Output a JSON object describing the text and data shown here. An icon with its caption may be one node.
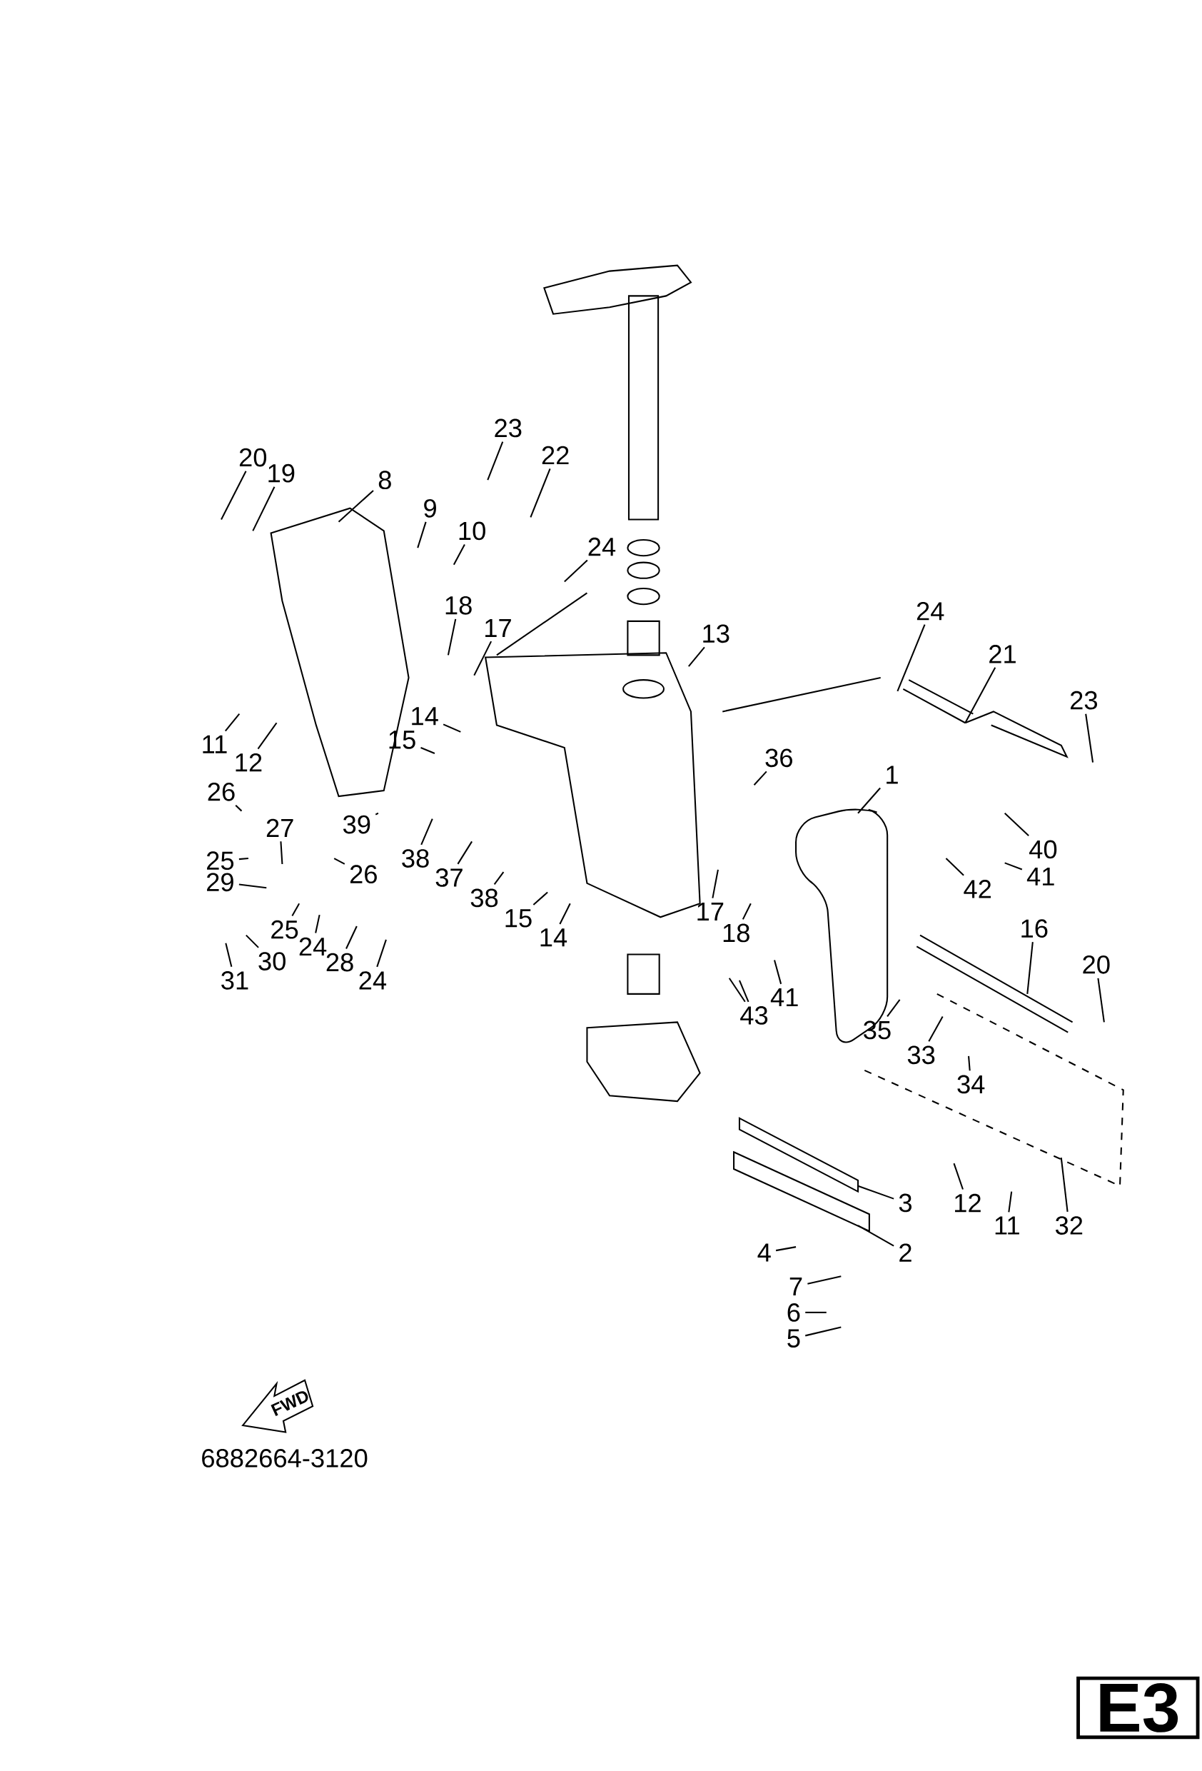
{
  "diagram": {
    "nodes": [
      {
        "text": [
          "23"
        ]
      },
      {
        "text": [
          "22"
        ]
      },
      {
        "text": [
          "20"
        ]
      },
      {
        "text": [
          "19"
        ]
      },
      {
        "text": [
          "8"
        ]
      },
      {
        "text": [
          "9"
        ]
      },
      {
        "text": [
          "10"
        ]
      },
      {
        "text": [
          "24"
        ]
      },
      {
        "text": [
          "18"
        ]
      },
      {
        "text": [
          "17"
        ]
      },
      {
        "text": [
          "13"
        ]
      },
      {
        "text": [
          "24"
        ]
      },
      {
        "text": [
          "21"
        ]
      },
      {
        "text": [
          "23"
        ]
      },
      {
        "text": [
          "11"
        ]
      },
      {
        "text": [
          "12"
        ]
      },
      {
        "text": [
          "14"
        ]
      },
      {
        "text": [
          "15"
        ]
      },
      {
        "text": [
          "26"
        ]
      },
      {
        "text": [
          "39"
        ]
      },
      {
        "text": [
          "36"
        ]
      },
      {
        "text": [
          "1"
        ]
      },
      {
        "text": [
          "40"
        ]
      },
      {
        "text": [
          "41"
        ]
      },
      {
        "text": [
          "42"
        ]
      },
      {
        "text": [
          "27"
        ]
      },
      {
        "text": [
          "25"
        ]
      },
      {
        "text": [
          "29"
        ]
      },
      {
        "text": [
          "26"
        ]
      },
      {
        "text": [
          "38"
        ]
      },
      {
        "text": [
          "37"
        ]
      },
      {
        "text": [
          "38"
        ]
      },
      {
        "text": [
          "17"
        ]
      },
      {
        "text": [
          "18"
        ]
      },
      {
        "text": [
          "25"
        ]
      },
      {
        "text": [
          "24"
        ]
      },
      {
        "text": [
          "28"
        ]
      },
      {
        "text": [
          "24"
        ]
      },
      {
        "text": [
          "31"
        ]
      },
      {
        "text": [
          "30"
        ]
      },
      {
        "text": [
          "15"
        ]
      },
      {
        "text": [
          "14"
        ]
      },
      {
        "text": [
          "43"
        ]
      },
      {
        "text": [
          "41"
        ]
      },
      {
        "text": [
          "16"
        ]
      },
      {
        "text": [
          "20"
        ]
      },
      {
        "text": [
          "35"
        ]
      },
      {
        "text": [
          "33"
        ]
      },
      {
        "text": [
          "34"
        ]
      },
      {
        "text": [
          "3"
        ]
      },
      {
        "text": [
          "2"
        ]
      },
      {
        "text": [
          "12"
        ]
      },
      {
        "text": [
          "11"
        ]
      },
      {
        "text": [
          "32"
        ]
      },
      {
        "text": [
          "4"
        ]
      },
      {
        "text": [
          "7"
        ]
      },
      {
        "text": [
          "6"
        ]
      },
      {
        "text": [
          "5"
        ]
      },
      {
        "text": [
          "E3"
        ]
      }
    ],
    "edges": [
      {
        "from": 0,
        "to": null,
        "arrow": "none"
      },
      {
        "from": 1,
        "to": null,
        "arrow": "none"
      },
      {
        "from": 2,
        "to": null,
        "arrow": "none"
      },
      {
        "from": 3,
        "to": null,
        "arrow": "none"
      },
      {
        "from": 4,
        "to": null,
        "arrow": "none"
      },
      {
        "from": 5,
        "to": null,
        "arrow": "none"
      },
      {
        "from": 6,
        "to": null,
        "arrow": "none"
      },
      {
        "from": 7,
        "to": null,
        "arrow": "none"
      },
      {
        "from": 8,
        "to": null,
        "arrow": "none"
      },
      {
        "from": 9,
        "to": null,
        "arrow": "none"
      },
      {
        "from": 10,
        "to": null,
        "arrow": "none"
      },
      {
        "from": 11,
        "to": null,
        "arrow": "none"
      },
      {
        "from": 12,
        "to": null,
        "arrow": "none"
      },
      {
        "from": 13,
        "to": null,
        "arrow": "none"
      },
      {
        "from": 14,
        "to": null,
        "arrow": "none"
      },
      {
        "from": 15,
        "to": null,
        "arrow": "none"
      },
      {
        "from": 16,
        "to": null,
        "arrow": "none"
      },
      {
        "from": 17,
        "to": null,
        "arrow": "none"
      },
      {
        "from": 18,
        "to": null,
        "arrow": "none"
      },
      {
        "from": 19,
        "to": null,
        "arrow": "none"
      },
      {
        "from": 20,
        "to": null,
        "arrow": "none"
      },
      {
        "from": 21,
        "to": null,
        "arrow": "none"
      },
      {
        "from": 22,
        "to": null,
        "arrow": "none"
      },
      {
        "from": 23,
        "to": null,
        "arrow": "none"
      },
      {
        "from": 24,
        "to": null,
        "arrow": "none"
      },
      {
        "from": 25,
        "to": null,
        "arrow": "none"
      },
      {
        "from": 26,
        "to": null,
        "arrow": "none"
      },
      {
        "from": 27,
        "to": null,
        "arrow": "none"
      },
      {
        "from": 28,
        "to": null,
        "arrow": "none"
      },
      {
        "from": 29,
        "to": null,
        "arrow": "none"
      },
      {
        "from": 30,
        "to": null,
        "arrow": "none"
      },
      {
        "from": 31,
        "to": null,
        "arrow": "none"
      },
      {
        "from": 32,
        "to": null,
        "arrow": "none"
      },
      {
        "from": 33,
        "to": null,
        "arrow": "none"
      },
      {
        "from": 34,
        "to": null,
        "arrow": "none"
      },
      {
        "from": 35,
        "to": null,
        "arrow": "none"
      },
      {
        "from": 36,
        "to": null,
        "arrow": "none"
      },
      {
        "from": 37,
        "to": null,
        "arrow": "none"
      },
      {
        "from": 38,
        "to": null,
        "arrow": "none"
      },
      {
        "from": 39,
        "to": null,
        "arrow": "none"
      },
      {
        "from": 40,
        "to": null,
        "arrow": "none"
      },
      {
        "from": 41,
        "to": null,
        "arrow": "none"
      },
      {
        "from": 42,
        "to": null,
        "arrow": "none"
      },
      {
        "from": 42,
        "to": null,
        "arrow": "none"
      },
      {
        "from": 43,
        "to": null,
        "arrow": "none"
      },
      {
        "from": 44,
        "to": null,
        "arrow": "none"
      },
      {
        "from": 45,
        "to": null,
        "arrow": "none"
      },
      {
        "from": 46,
        "to": null,
        "arrow": "none"
      },
      {
        "from": 47,
        "to": null,
        "arrow": "none"
      },
      {
        "from": 48,
        "to": null,
        "arrow": "none"
      },
      {
        "from": 49,
        "to": null,
        "arrow": "none"
      },
      {
        "from": 50,
        "to": null,
        "arrow": "none"
      },
      {
        "from": 51,
        "to": null,
        "arrow": "none"
      },
      {
        "from": 52,
        "to": null,
        "arrow": "none"
      },
      {
        "from": 53,
        "to": null,
        "arrow": "none"
      },
      {
        "from": 54,
        "to": null,
        "arrow": "none"
      },
      {
        "from": 55,
        "to": null,
        "arrow": "none"
      },
      {
        "from": 56,
        "to": null,
        "arrow": "none"
      },
      {
        "from": 57,
        "to": null,
        "arrow": "none"
      }
    ],
    "labels": [
      "FWD",
      "6882664-3120"
    ]
  }
}
